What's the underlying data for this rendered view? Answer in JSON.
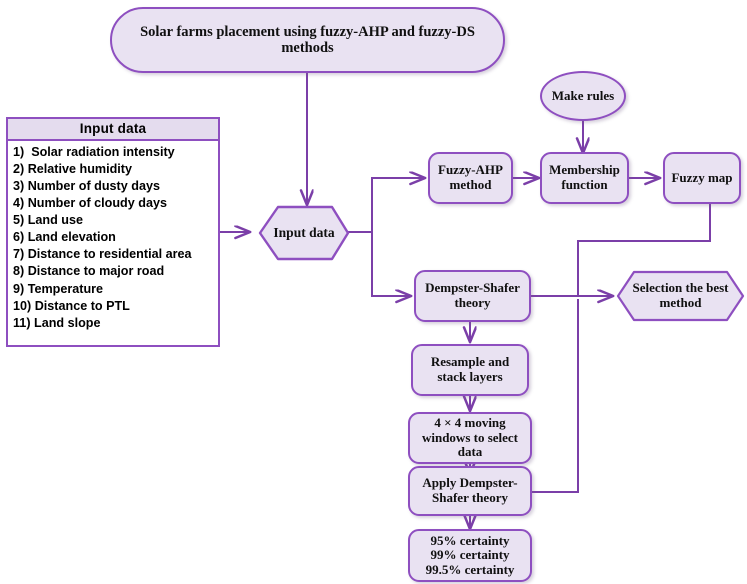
{
  "diagram": {
    "title_node": {
      "label": "Solar farms placement using fuzzy-AHP and fuzzy-DS methods"
    },
    "input_panel": {
      "header": "Input data",
      "items": [
        "1)  Solar radiation intensity",
        "2) Relative humidity",
        "3) Number of dusty days",
        "4) Number of cloudy days",
        "5) Land use",
        "6) Land elevation",
        "7) Distance to residential area",
        "8) Distance to major road",
        "9) Temperature",
        "10) Distance to PTL",
        "11) Land slope"
      ]
    },
    "nodes": {
      "input_data": "Input data",
      "fuzzy_ahp": "Fuzzy-AHP\nmethod",
      "make_rules": "Make rules",
      "membership_function": "Membership\nfunction",
      "fuzzy_map": "Fuzzy map",
      "dempster_shafer": "Dempster-Shafer\ntheory",
      "selection_best": "Selection the best\nmethod",
      "resample": "Resample and\nstack layers",
      "moving_windows": "4 × 4 moving\nwindows to select\ndata",
      "apply_ds": "Apply Dempster-\nShafer  theory",
      "certainty": "95% certainty\n99% certainty\n99.5% certainty"
    },
    "colors": {
      "node_fill": "#e9e2f2",
      "node_border": "#8e4fc0",
      "edge": "#7b3fa8",
      "panel_header_fill": "#e4dcee",
      "panel_body_fill": "#ffffff",
      "text": "#101010",
      "background": "#ffffff"
    }
  }
}
